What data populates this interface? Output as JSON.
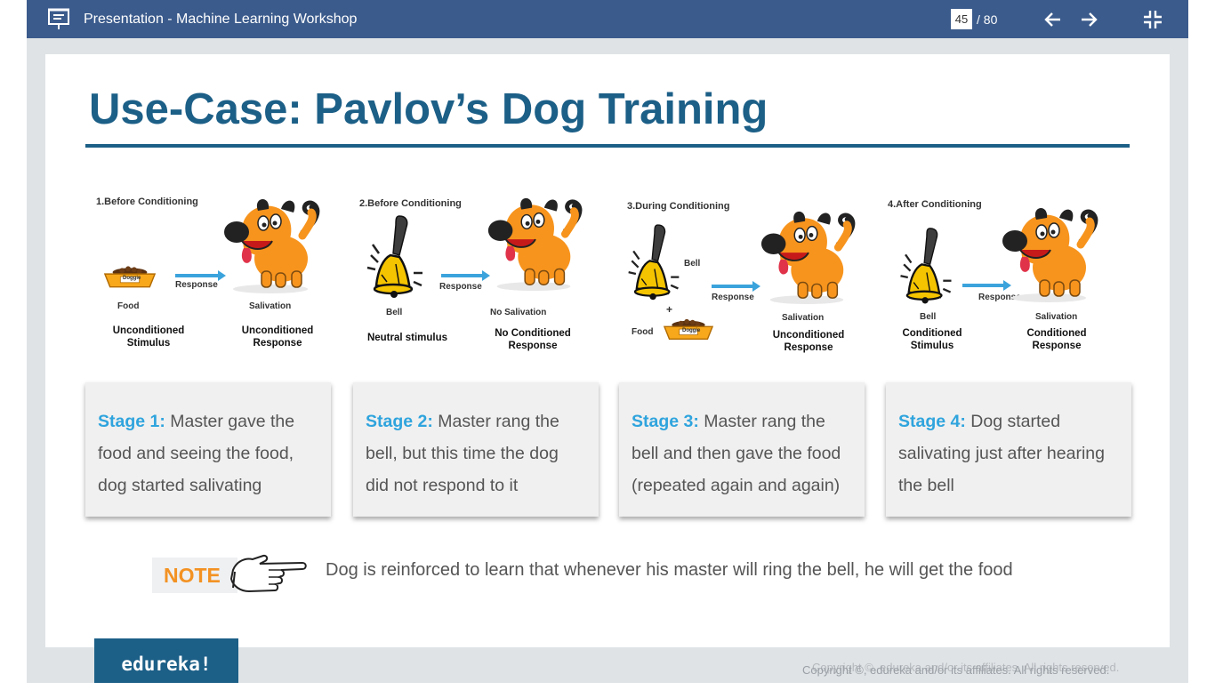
{
  "topbar": {
    "title": "Presentation - Machine Learning Workshop",
    "current_page": "45",
    "total_pages": "/ 80",
    "icons": [
      "presentation-icon",
      "arrow-left-icon",
      "arrow-right-icon",
      "exit-fullscreen-icon"
    ]
  },
  "slide": {
    "title": "Use-Case: Pavlov’s Dog Training",
    "phases": [
      {
        "title": "1.Before Conditioning",
        "response": "Response",
        "left_item": "Food",
        "right_item": "Salivation",
        "left_term": [
          "Unconditioned",
          "Stimulus"
        ],
        "right_term": [
          "Unconditioned",
          "Response"
        ],
        "bowl_label": "Doggie"
      },
      {
        "title": "2.Before Conditioning",
        "response": "Response",
        "left_item": "Bell",
        "right_item": "No Salivation",
        "left_term": [
          "Neutral stimulus"
        ],
        "right_term": [
          "No Conditioned",
          "Response"
        ]
      },
      {
        "title": "3.During Conditioning",
        "response": "Response",
        "bell_label": "Bell",
        "plus": "+",
        "food_label": "Food",
        "bowl_label": "Doggie",
        "right_item": "Salivation",
        "right_term": [
          "Unconditioned",
          "Response"
        ]
      },
      {
        "title": "4.After Conditioning",
        "response": "Response",
        "left_item": "Bell",
        "right_item": "Salivation",
        "left_term": [
          "Conditioned",
          "Stimulus"
        ],
        "right_term": [
          "Conditioned",
          "Response"
        ]
      }
    ],
    "cards": [
      {
        "label": "Stage 1:",
        "text": " Master gave the food and seeing the food, dog started salivating"
      },
      {
        "label": "Stage 2:",
        "text": " Master rang the bell, but this time the dog did not respond to it"
      },
      {
        "label": "Stage 3:",
        "text": " Master rang the bell and then gave the food (repeated again and again)"
      },
      {
        "label": "Stage 4:",
        "text": " Dog started salivating just after hearing the bell"
      }
    ],
    "note": {
      "label": "NOTE",
      "text": "Dog is reinforced to learn that whenever his master will ring the bell, he will get the food"
    }
  },
  "footer": {
    "brand": "edureka!",
    "copyright": "Copyright ©, edureka and/or its affiliates. All rights reserved."
  },
  "colors": {
    "topbar": "#3b5b8c",
    "title": "#1c5f87",
    "stage_label": "#2fa4dd",
    "note": "#f39223",
    "arrow": "#3ba3dc",
    "dog": "#f7941d",
    "bell": "#f5c400"
  }
}
